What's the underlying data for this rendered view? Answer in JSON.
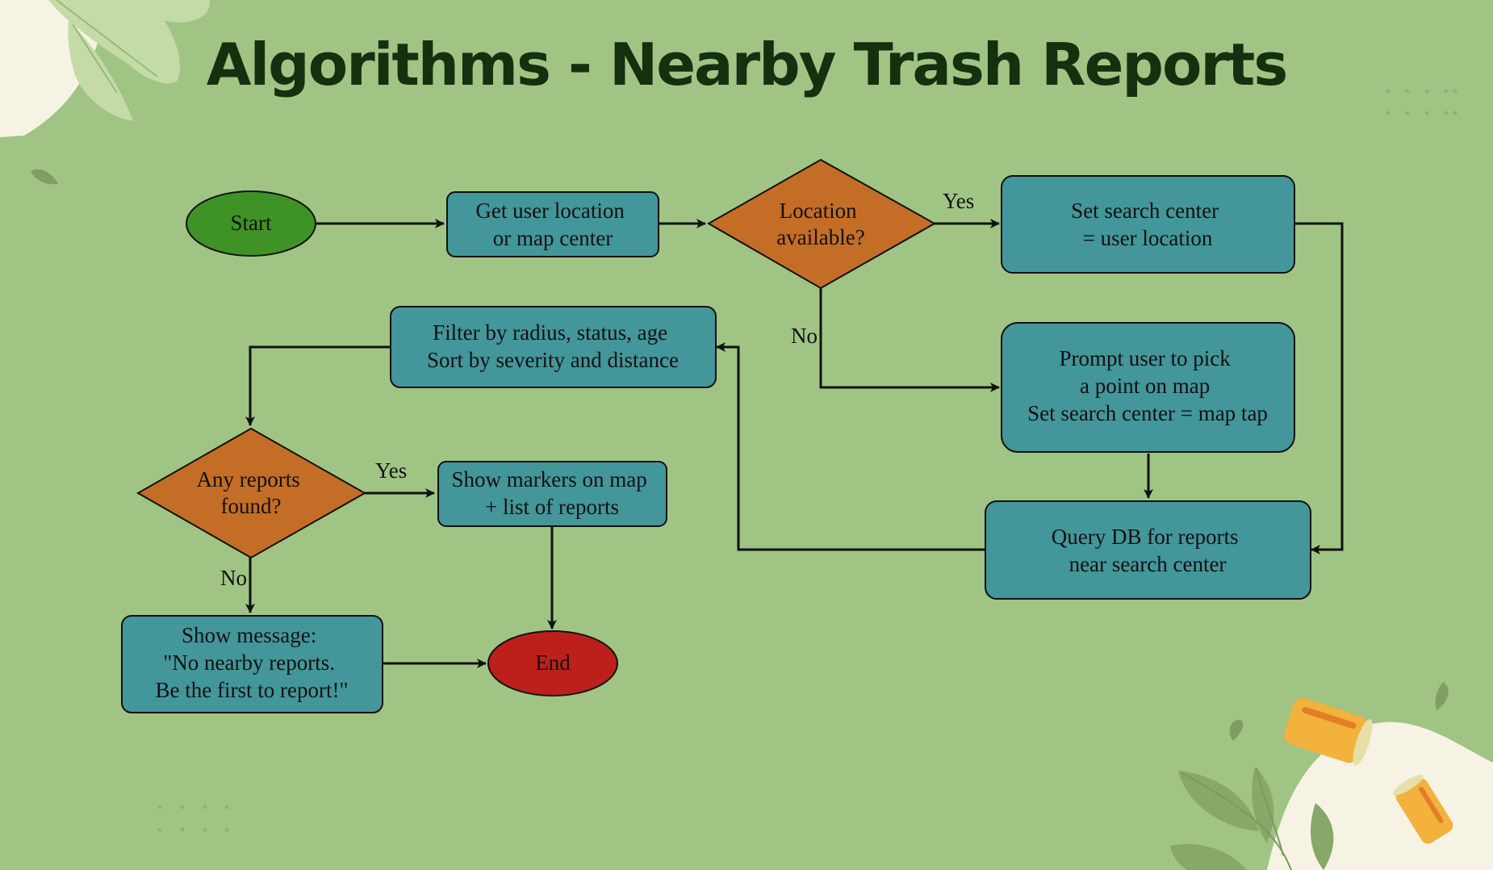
{
  "title": "Algorithms - Nearby Trash Reports",
  "colors": {
    "background": "#a0c484",
    "process": "#43969a",
    "decision": "#c46d26",
    "start": "#3f9226",
    "end": "#bd201b",
    "title": "#15300f"
  },
  "nodes": {
    "start": {
      "lines": [
        "Start"
      ]
    },
    "get_location": {
      "lines": [
        "Get user location",
        "or map center"
      ]
    },
    "location_available": {
      "lines": [
        "Location",
        "available?"
      ]
    },
    "set_search_center": {
      "lines": [
        "Set search center",
        "= user location"
      ]
    },
    "prompt_user": {
      "lines": [
        "Prompt user to pick",
        "a point on map",
        "Set search center = map tap"
      ]
    },
    "query_db": {
      "lines": [
        "Query DB for reports",
        "near search center"
      ]
    },
    "filter_sort": {
      "lines": [
        "Filter by radius, status, age",
        "Sort by severity and distance"
      ]
    },
    "any_reports": {
      "lines": [
        "Any reports",
        "found?"
      ]
    },
    "show_markers": {
      "lines": [
        "Show markers on map",
        "+ list of reports"
      ]
    },
    "show_message": {
      "lines": [
        "Show message:",
        "\"No nearby reports.",
        "Be the first to report!\""
      ]
    },
    "end": {
      "lines": [
        "End"
      ]
    }
  },
  "edge_labels": {
    "location_yes": "Yes",
    "location_no": "No",
    "reports_yes": "Yes",
    "reports_no": "No"
  }
}
